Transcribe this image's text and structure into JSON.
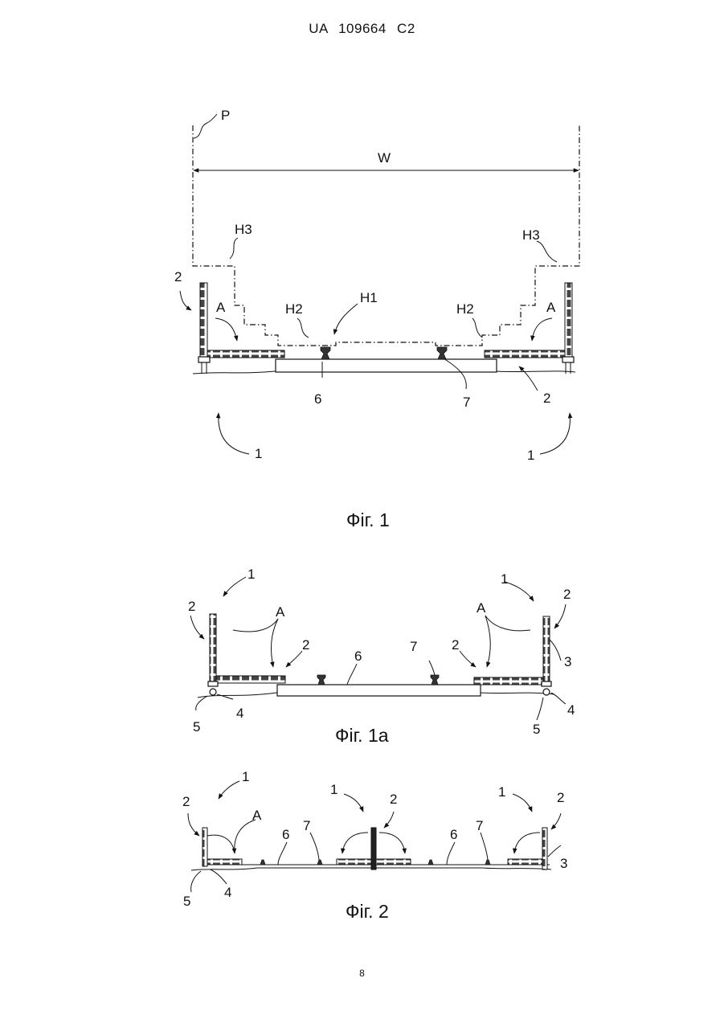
{
  "header": "UA 109664 C2",
  "page_number": "8",
  "fig1": {
    "caption": "Фіг. 1",
    "labels": {
      "P": "P",
      "W": "W",
      "H3_left": "H3",
      "H3_right": "H3",
      "H1": "H1",
      "H2_left": "H2",
      "H2_right": "H2",
      "A_left": "A",
      "A_right": "A",
      "n2_left": "2",
      "n2_right": "2",
      "n6": "6",
      "n7": "7",
      "n1_left": "1",
      "n1_right": "1"
    }
  },
  "fig1a": {
    "caption": "Фіг. 1a",
    "labels": {
      "n1_left": "1",
      "n1_right": "1",
      "n2_left": "2",
      "n2_right": "2",
      "A_left": "A",
      "A_right": "A",
      "n2_mid_left": "2",
      "n2_mid_right": "2",
      "n6": "6",
      "n7": "7",
      "n3": "3",
      "n4_left": "4",
      "n4_right": "4",
      "n5_left": "5",
      "n5_right": "5"
    }
  },
  "fig2": {
    "caption": "Фіг. 2",
    "labels": {
      "n1_a": "1",
      "n1_b": "1",
      "n1_c": "1",
      "n2_a": "2",
      "n2_b": "2",
      "n2_c": "2",
      "A": "A",
      "n6_a": "6",
      "n6_b": "6",
      "n7_a": "7",
      "n7_b": "7",
      "n3": "3",
      "n4": "4",
      "n5": "5"
    }
  }
}
